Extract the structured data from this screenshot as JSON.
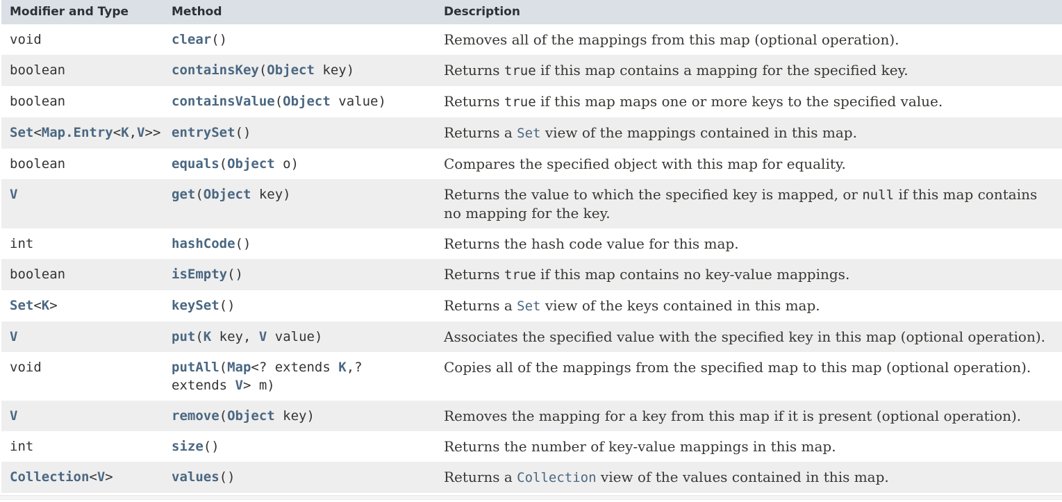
{
  "colors": {
    "link": "#4a6782",
    "header_bg": "#dbdfe6",
    "header_text": "#2c3136",
    "alt_row": "#eeeeee",
    "code_text": "#333333",
    "desc_text": "#353833"
  },
  "table": {
    "columns": [
      "Modifier and Type",
      "Method",
      "Description"
    ],
    "rows": [
      {
        "modifier": [
          [
            "p",
            "void"
          ]
        ],
        "method": [
          [
            "l",
            "clear"
          ],
          [
            "p",
            "()"
          ]
        ],
        "description": [
          [
            "s",
            "Removes all of the mappings from this map (optional operation)."
          ]
        ]
      },
      {
        "modifier": [
          [
            "p",
            "boolean"
          ]
        ],
        "method": [
          [
            "l",
            "containsKey"
          ],
          [
            "p",
            "("
          ],
          [
            "l",
            "Object"
          ],
          [
            "p",
            " key)"
          ]
        ],
        "description": [
          [
            "s",
            "Returns "
          ],
          [
            "c",
            "true"
          ],
          [
            "s",
            " if this map contains a mapping for the specified key."
          ]
        ]
      },
      {
        "modifier": [
          [
            "p",
            "boolean"
          ]
        ],
        "method": [
          [
            "l",
            "containsValue"
          ],
          [
            "p",
            "("
          ],
          [
            "l",
            "Object"
          ],
          [
            "p",
            " value)"
          ]
        ],
        "description": [
          [
            "s",
            "Returns "
          ],
          [
            "c",
            "true"
          ],
          [
            "s",
            " if this map maps one or more keys to the specified value."
          ]
        ]
      },
      {
        "modifier": [
          [
            "l",
            "Set"
          ],
          [
            "p",
            "<"
          ],
          [
            "l",
            "Map.Entry"
          ],
          [
            "p",
            "<"
          ],
          [
            "l",
            "K"
          ],
          [
            "p",
            ","
          ],
          [
            "l",
            "V"
          ],
          [
            "p",
            ">>"
          ]
        ],
        "method": [
          [
            "l",
            "entrySet"
          ],
          [
            "p",
            "()"
          ]
        ],
        "description": [
          [
            "s",
            "Returns a "
          ],
          [
            "dl",
            "Set"
          ],
          [
            "s",
            " view of the mappings contained in this map."
          ]
        ]
      },
      {
        "modifier": [
          [
            "p",
            "boolean"
          ]
        ],
        "method": [
          [
            "l",
            "equals"
          ],
          [
            "p",
            "("
          ],
          [
            "l",
            "Object"
          ],
          [
            "p",
            " o)"
          ]
        ],
        "description": [
          [
            "s",
            "Compares the specified object with this map for equality."
          ]
        ]
      },
      {
        "modifier": [
          [
            "l",
            "V"
          ]
        ],
        "method": [
          [
            "l",
            "get"
          ],
          [
            "p",
            "("
          ],
          [
            "l",
            "Object"
          ],
          [
            "p",
            " key)"
          ]
        ],
        "description": [
          [
            "s",
            "Returns the value to which the specified key is mapped, or "
          ],
          [
            "c",
            "null"
          ],
          [
            "s",
            " if this map contains no mapping for the key."
          ]
        ]
      },
      {
        "modifier": [
          [
            "p",
            "int"
          ]
        ],
        "method": [
          [
            "l",
            "hashCode"
          ],
          [
            "p",
            "()"
          ]
        ],
        "description": [
          [
            "s",
            "Returns the hash code value for this map."
          ]
        ]
      },
      {
        "modifier": [
          [
            "p",
            "boolean"
          ]
        ],
        "method": [
          [
            "l",
            "isEmpty"
          ],
          [
            "p",
            "()"
          ]
        ],
        "description": [
          [
            "s",
            "Returns "
          ],
          [
            "c",
            "true"
          ],
          [
            "s",
            " if this map contains no key-value mappings."
          ]
        ]
      },
      {
        "modifier": [
          [
            "l",
            "Set"
          ],
          [
            "p",
            "<"
          ],
          [
            "l",
            "K"
          ],
          [
            "p",
            ">"
          ]
        ],
        "method": [
          [
            "l",
            "keySet"
          ],
          [
            "p",
            "()"
          ]
        ],
        "description": [
          [
            "s",
            "Returns a "
          ],
          [
            "dl",
            "Set"
          ],
          [
            "s",
            " view of the keys contained in this map."
          ]
        ]
      },
      {
        "modifier": [
          [
            "l",
            "V"
          ]
        ],
        "method": [
          [
            "l",
            "put"
          ],
          [
            "p",
            "("
          ],
          [
            "l",
            "K"
          ],
          [
            "p",
            " key, "
          ],
          [
            "l",
            "V"
          ],
          [
            "p",
            " value)"
          ]
        ],
        "description": [
          [
            "s",
            "Associates the specified value with the specified key in this map (optional operation)."
          ]
        ]
      },
      {
        "modifier": [
          [
            "p",
            "void"
          ]
        ],
        "method": [
          [
            "l",
            "putAll"
          ],
          [
            "p",
            "("
          ],
          [
            "l",
            "Map"
          ],
          [
            "p",
            "<? extends "
          ],
          [
            "l",
            "K"
          ],
          [
            "p",
            ",?"
          ],
          [
            "br",
            ""
          ],
          [
            "p",
            "extends "
          ],
          [
            "l",
            "V"
          ],
          [
            "p",
            "> m)"
          ]
        ],
        "description": [
          [
            "s",
            "Copies all of the mappings from the specified map to this map (optional operation)."
          ]
        ]
      },
      {
        "modifier": [
          [
            "l",
            "V"
          ]
        ],
        "method": [
          [
            "l",
            "remove"
          ],
          [
            "p",
            "("
          ],
          [
            "l",
            "Object"
          ],
          [
            "p",
            " key)"
          ]
        ],
        "description": [
          [
            "s",
            "Removes the mapping for a key from this map if it is present (optional operation)."
          ]
        ]
      },
      {
        "modifier": [
          [
            "p",
            "int"
          ]
        ],
        "method": [
          [
            "l",
            "size"
          ],
          [
            "p",
            "()"
          ]
        ],
        "description": [
          [
            "s",
            "Returns the number of key-value mappings in this map."
          ]
        ]
      },
      {
        "modifier": [
          [
            "l",
            "Collection"
          ],
          [
            "p",
            "<"
          ],
          [
            "l",
            "V"
          ],
          [
            "p",
            ">"
          ]
        ],
        "method": [
          [
            "l",
            "values"
          ],
          [
            "p",
            "()"
          ]
        ],
        "description": [
          [
            "s",
            "Returns a "
          ],
          [
            "dl",
            "Collection"
          ],
          [
            "s",
            " view of the values contained in this map."
          ]
        ]
      }
    ]
  }
}
